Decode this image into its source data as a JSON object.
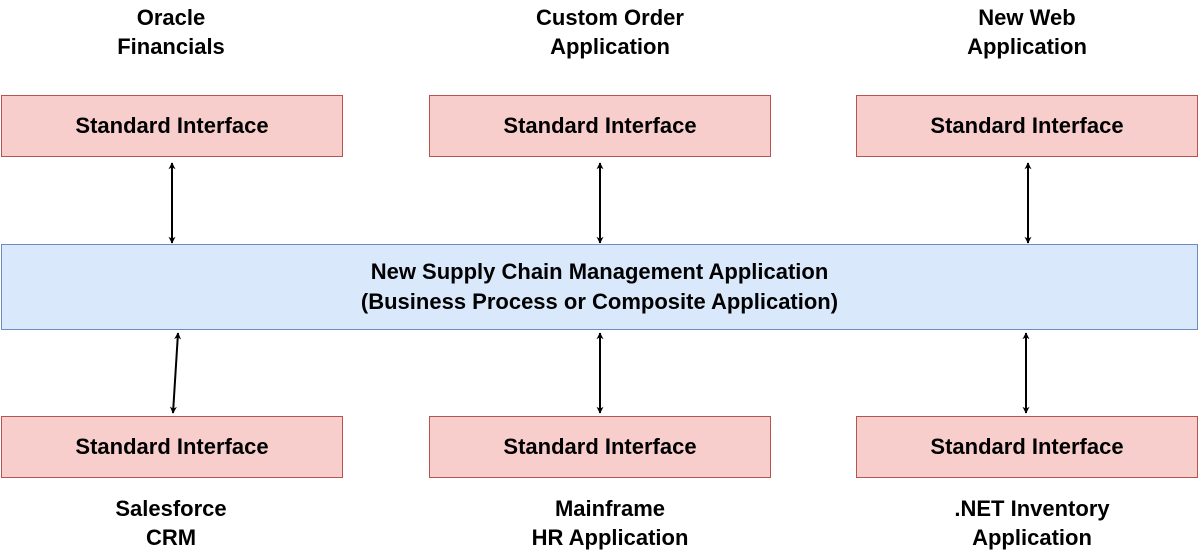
{
  "top_apps": [
    {
      "line1": "Oracle",
      "line2": "Financials",
      "interface": "Standard Interface"
    },
    {
      "line1": "Custom Order",
      "line2": "Application",
      "interface": "Standard Interface"
    },
    {
      "line1": "New Web",
      "line2": "Application",
      "interface": "Standard Interface"
    }
  ],
  "hub": {
    "line1": "New Supply Chain Management Application",
    "line2": "(Business Process or Composite Application)"
  },
  "bottom_apps": [
    {
      "line1": "Salesforce",
      "line2": "CRM",
      "interface": "Standard Interface"
    },
    {
      "line1": "Mainframe",
      "line2": "HR Application",
      "interface": "Standard Interface"
    },
    {
      "line1": ".NET Inventory",
      "line2": "Application",
      "interface": "Standard Interface"
    }
  ],
  "colors": {
    "interface_fill": "#f8cecc",
    "interface_stroke": "#b85450",
    "hub_fill": "#dae8fc",
    "hub_stroke": "#6c8ebf",
    "connector": "#000000"
  }
}
